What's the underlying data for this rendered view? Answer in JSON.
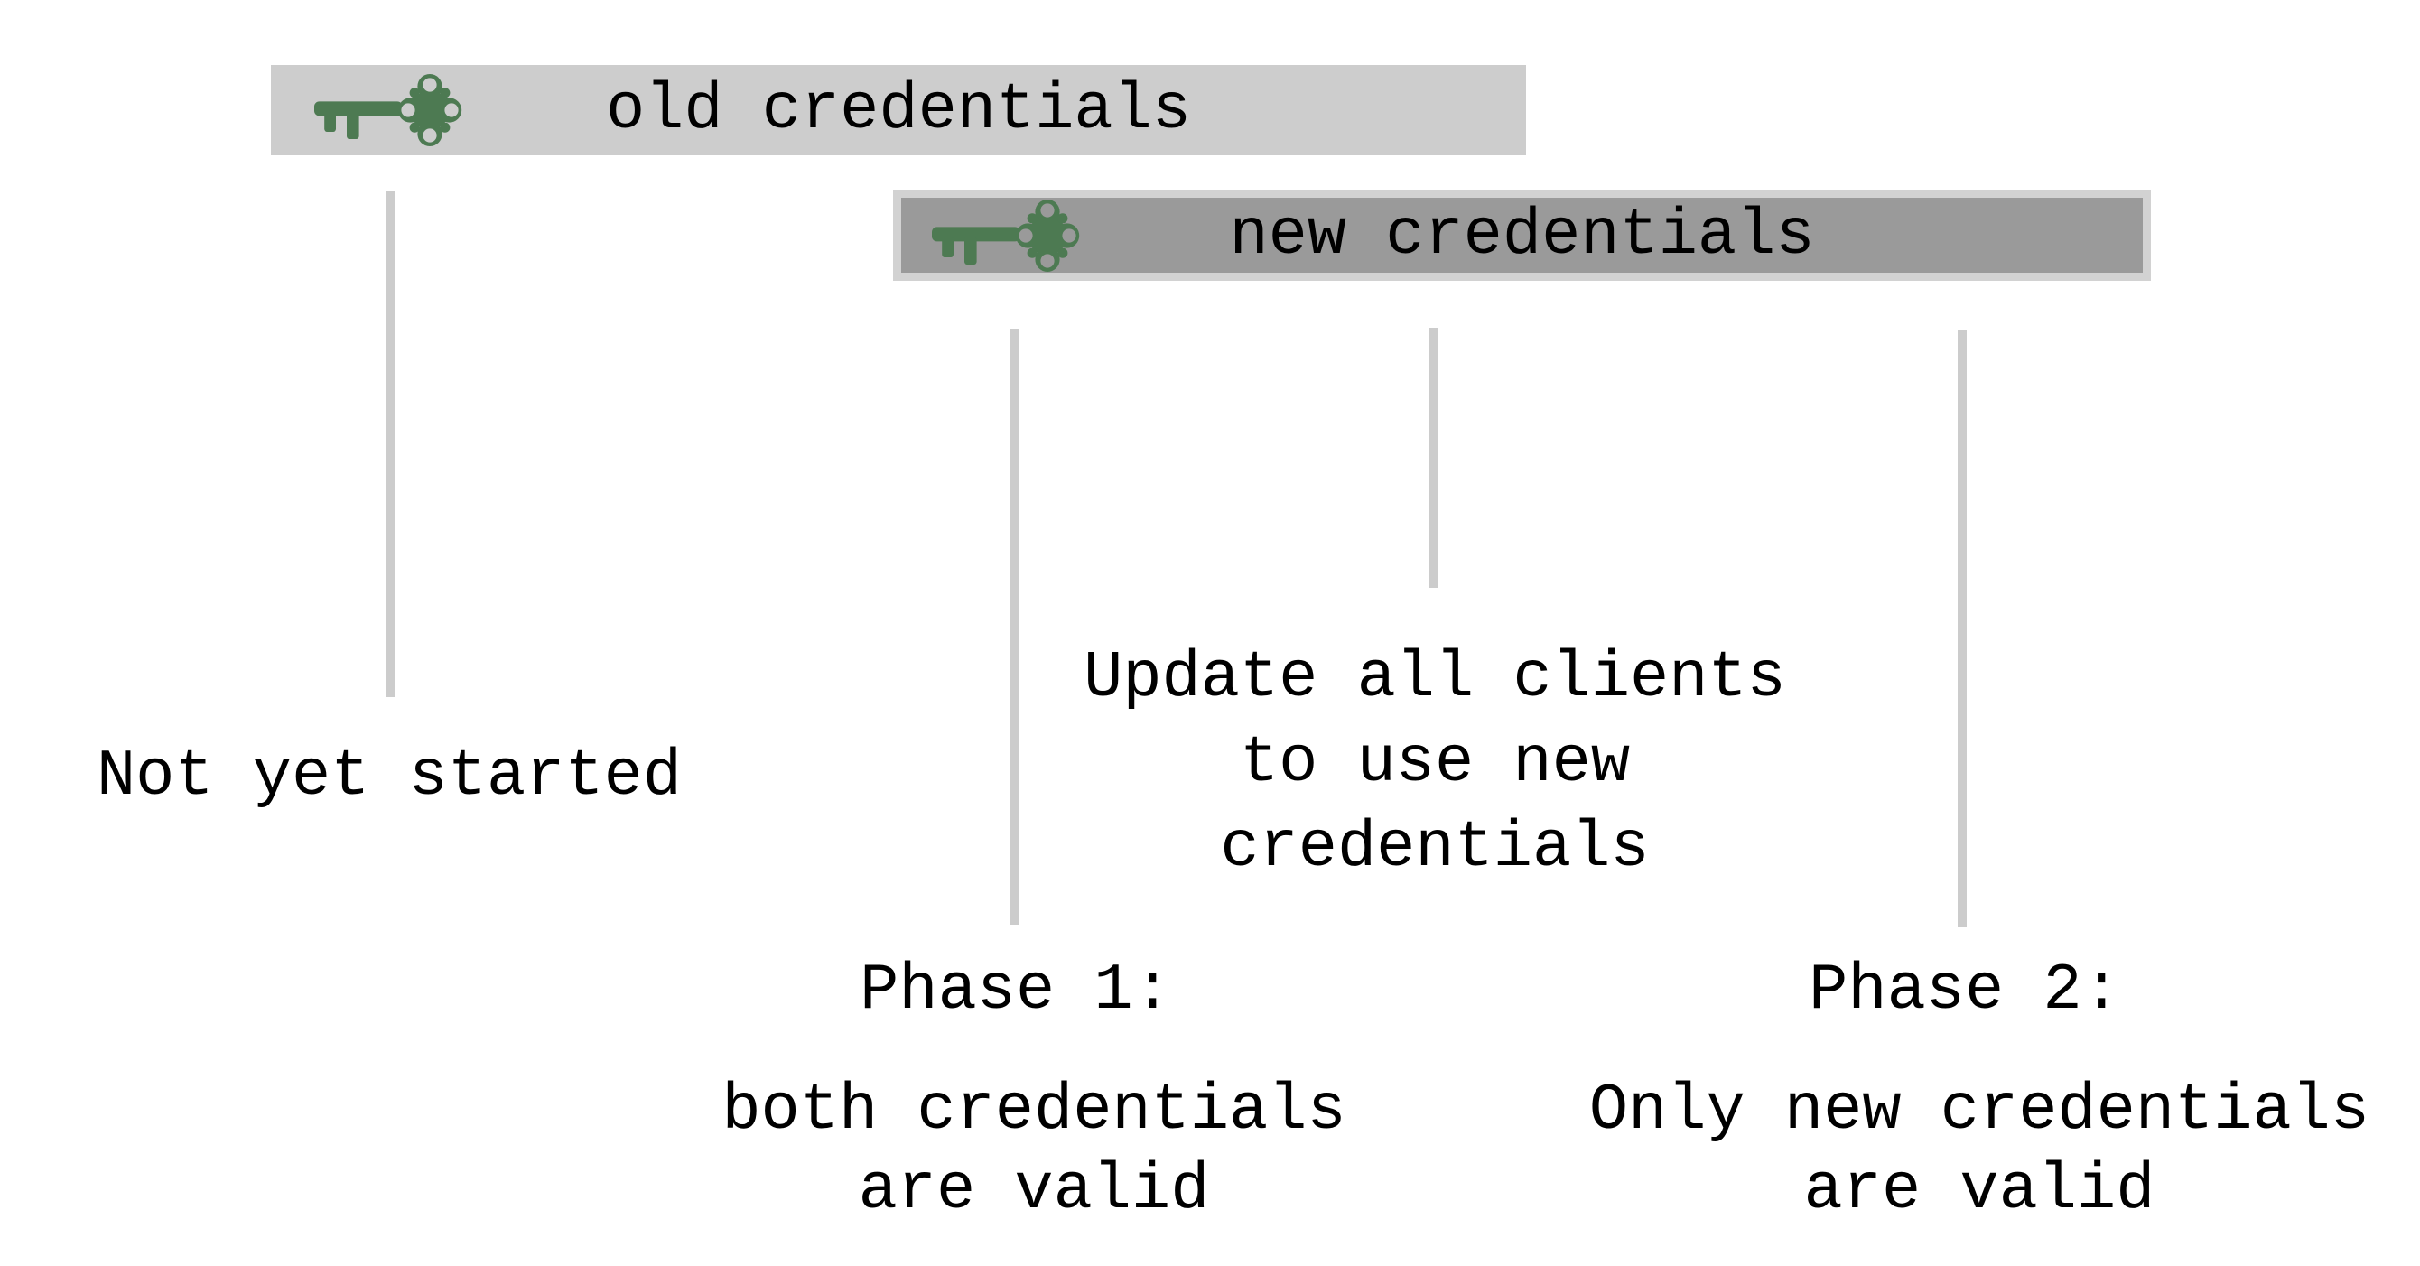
{
  "colors": {
    "bar_light": "#cdcdcd",
    "bar_dark": "#9a9a9a",
    "bar_frame": "#d2d2d2",
    "line": "#cccccc",
    "key_green": "#4d7a52",
    "text": "#000000",
    "background": "#ffffff"
  },
  "bars": {
    "old": {
      "label": "old credentials",
      "icon": "key-icon"
    },
    "new": {
      "label": "new credentials",
      "icon": "key-icon"
    }
  },
  "annotations": {
    "not_yet_started": "Not yet started",
    "update_clients": {
      "line1": "Update all clients",
      "line2": "to use new",
      "line3": "credentials"
    },
    "phase1": {
      "title": "Phase 1:",
      "line1": "both credentials",
      "line2": "are valid"
    },
    "phase2": {
      "title": "Phase 2:",
      "line1": "Only new credentials",
      "line2": "are valid"
    }
  }
}
